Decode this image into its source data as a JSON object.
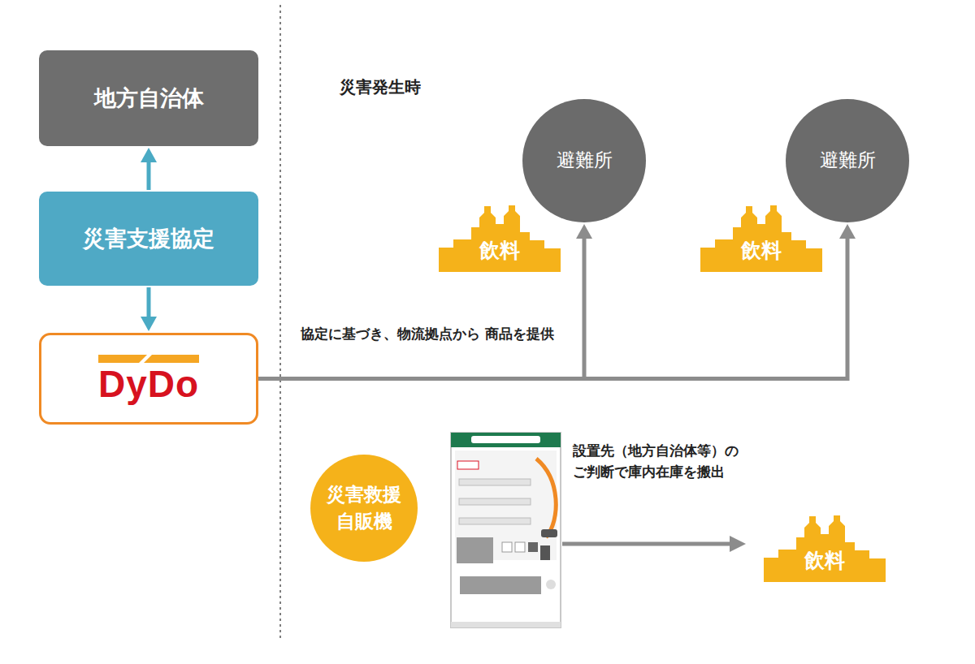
{
  "diagram": {
    "nodes": [
      {
        "text": [
          "地方自治体"
        ]
      },
      {
        "text": [
          "災害支援協定"
        ]
      },
      {
        "text": [
          "DyDo"
        ]
      },
      {
        "text": [
          "避難所"
        ]
      },
      {
        "text": [
          "飲料"
        ]
      },
      {
        "text": [
          "避難所"
        ]
      },
      {
        "text": [
          "飲料"
        ]
      },
      {
        "text": [
          "災害救援 自販機"
        ]
      },
      {
        "text": [
          "飲料"
        ]
      }
    ],
    "edges": [
      {
        "from": 1,
        "to": 0,
        "arrow": "to"
      },
      {
        "from": 1,
        "to": 2,
        "arrow": "to"
      },
      {
        "from": 2,
        "to": 3,
        "arrow": "to",
        "label": "協定に基づき、物流拠点から 商品を提供"
      },
      {
        "from": 2,
        "to": 5,
        "arrow": "to"
      }
    ],
    "labels": [
      "災害発生時",
      "設置先（地方自治体等）の ご判断で庫内在庫を搬出"
    ]
  }
}
